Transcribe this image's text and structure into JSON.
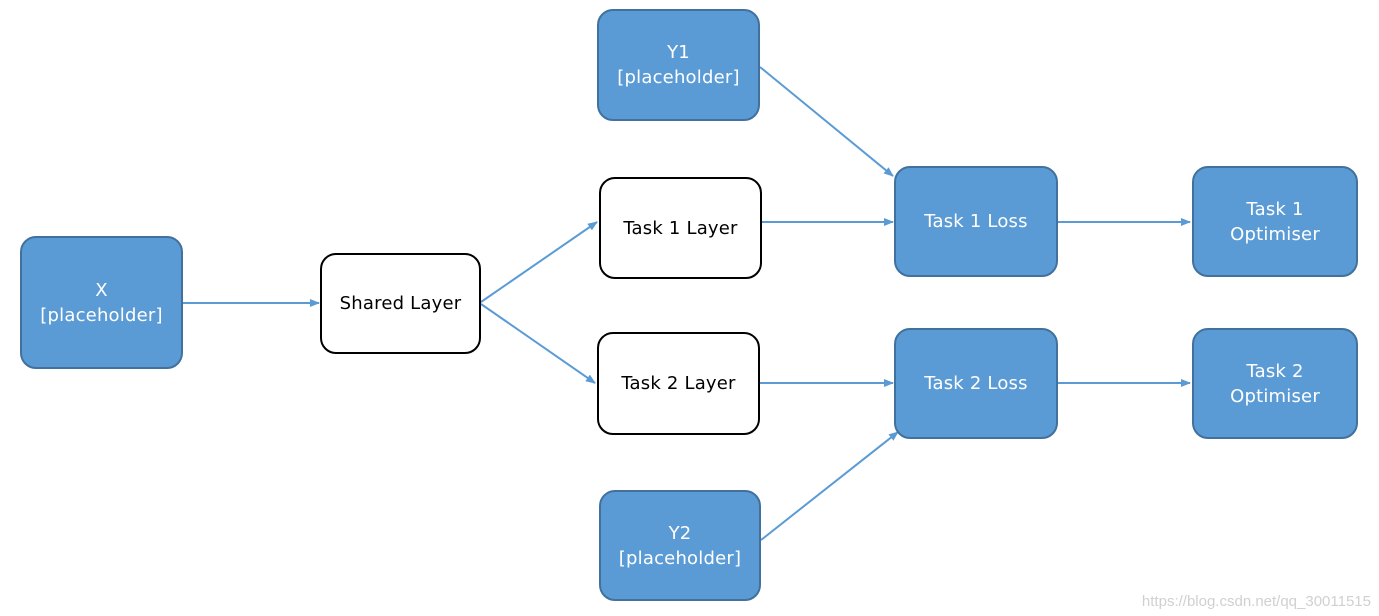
{
  "colors": {
    "blue_fill": "#5b9bd5",
    "blue_border": "#41719c",
    "arrow": "#5b9bd5",
    "white_fill": "#ffffff",
    "black_border": "#000000"
  },
  "nodes": {
    "x": {
      "line1": "X",
      "line2": "[placeholder]"
    },
    "y1": {
      "line1": "Y1",
      "line2": "[placeholder]"
    },
    "y2": {
      "line1": "Y2",
      "line2": "[placeholder]"
    },
    "shared_layer": {
      "label": "Shared Layer"
    },
    "task1_layer": {
      "label": "Task 1 Layer"
    },
    "task2_layer": {
      "label": "Task 2 Layer"
    },
    "task1_loss": {
      "label": "Task 1 Loss"
    },
    "task2_loss": {
      "label": "Task 2 Loss"
    },
    "task1_optimiser": {
      "line1": "Task 1",
      "line2": "Optimiser"
    },
    "task2_optimiser": {
      "line1": "Task 2",
      "line2": "Optimiser"
    }
  },
  "edges": [
    {
      "from": "x",
      "to": "shared_layer"
    },
    {
      "from": "shared_layer",
      "to": "task1_layer"
    },
    {
      "from": "shared_layer",
      "to": "task2_layer"
    },
    {
      "from": "y1",
      "to": "task1_loss"
    },
    {
      "from": "task1_layer",
      "to": "task1_loss"
    },
    {
      "from": "task2_layer",
      "to": "task2_loss"
    },
    {
      "from": "y2",
      "to": "task2_loss"
    },
    {
      "from": "task1_loss",
      "to": "task1_optimiser"
    },
    {
      "from": "task2_loss",
      "to": "task2_optimiser"
    }
  ],
  "watermark": "https://blog.csdn.net/qq_30011515"
}
